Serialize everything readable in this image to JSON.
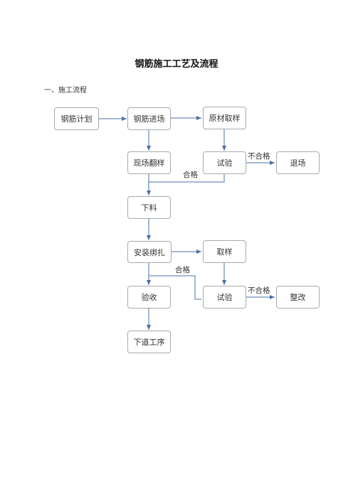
{
  "title": "钢筋施工工艺及流程",
  "section": "一、施工流程",
  "nodes": {
    "plan": "钢筋计划",
    "arrival": "钢筋进场",
    "sampling": "原材取样",
    "flip": "现场翻样",
    "test1": "试验",
    "exit": "退场",
    "cutting": "下料",
    "install": "安装绑扎",
    "sample2": "取样",
    "accept": "验收",
    "test2": "试验",
    "rectify": "整改",
    "next": "下道工序"
  },
  "labels": {
    "fail1": "不合格",
    "pass1": "合格",
    "pass2": "合格",
    "fail2": "不合格"
  },
  "colors": {
    "arrow": "#4a6fa5",
    "border": "#a9a9a9"
  }
}
